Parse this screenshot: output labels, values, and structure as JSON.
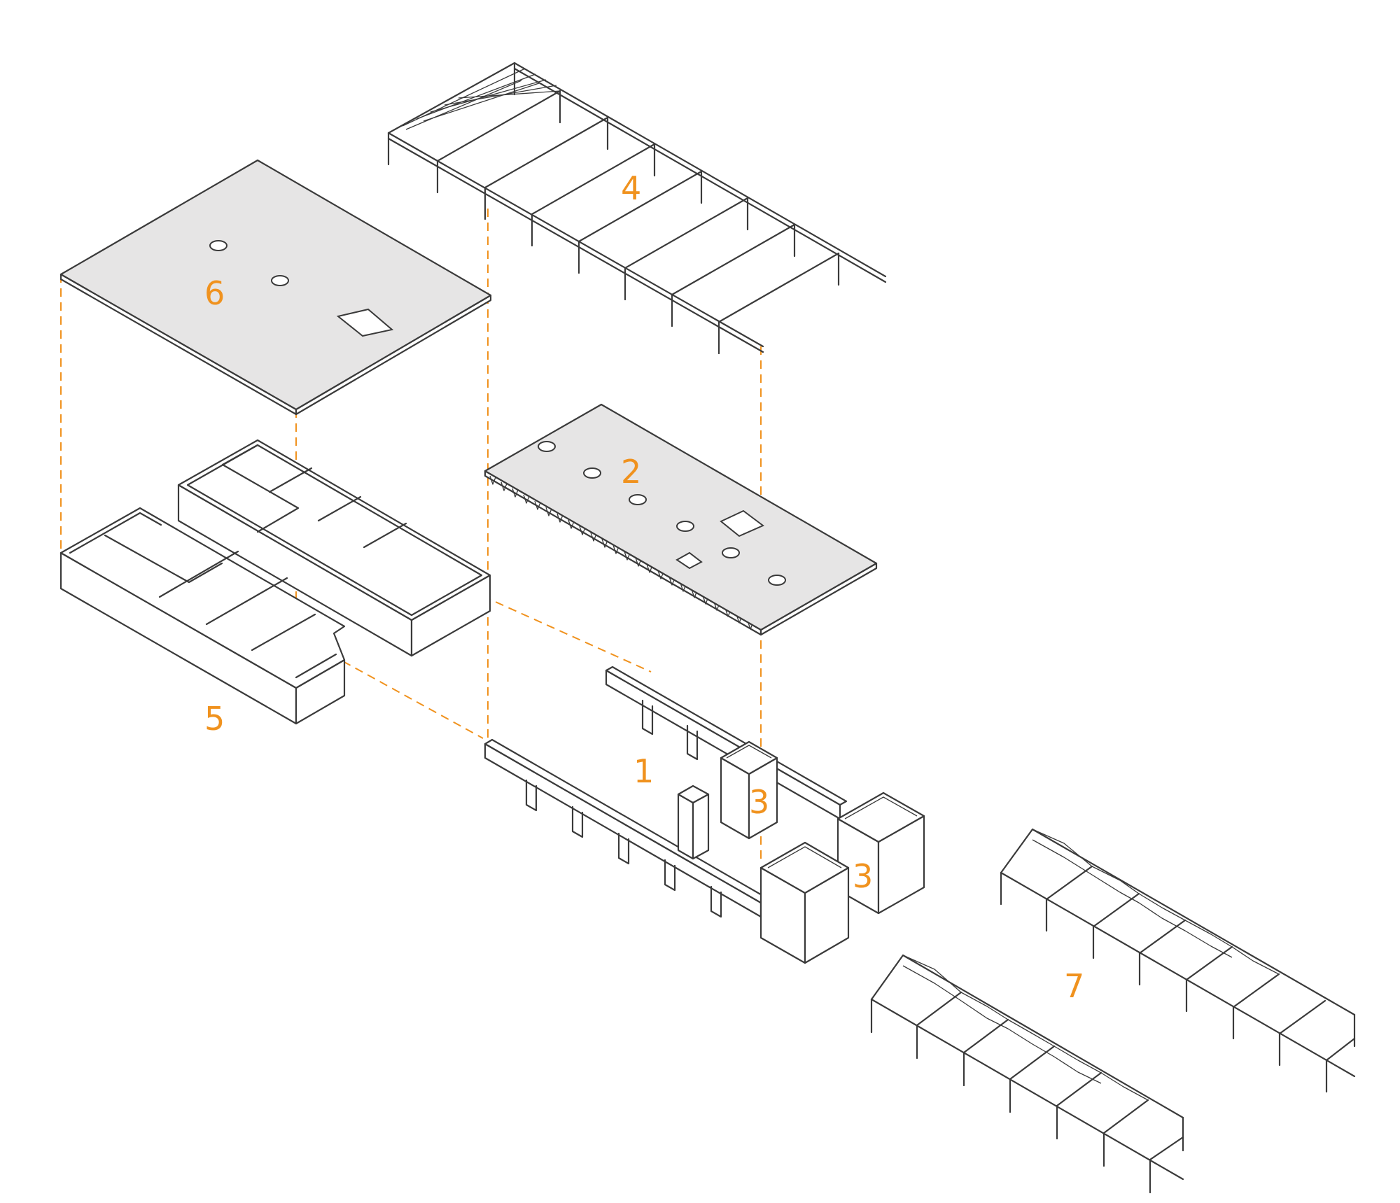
{
  "labels": {
    "core": "1",
    "slab": "2",
    "tower": "3",
    "frame": "4",
    "rooms": "5",
    "roof": "6",
    "trusses": "7"
  },
  "colors": {
    "accent": "#f0921e",
    "line": "#3a3a3a",
    "slab_fill": "#e6e5e5"
  }
}
